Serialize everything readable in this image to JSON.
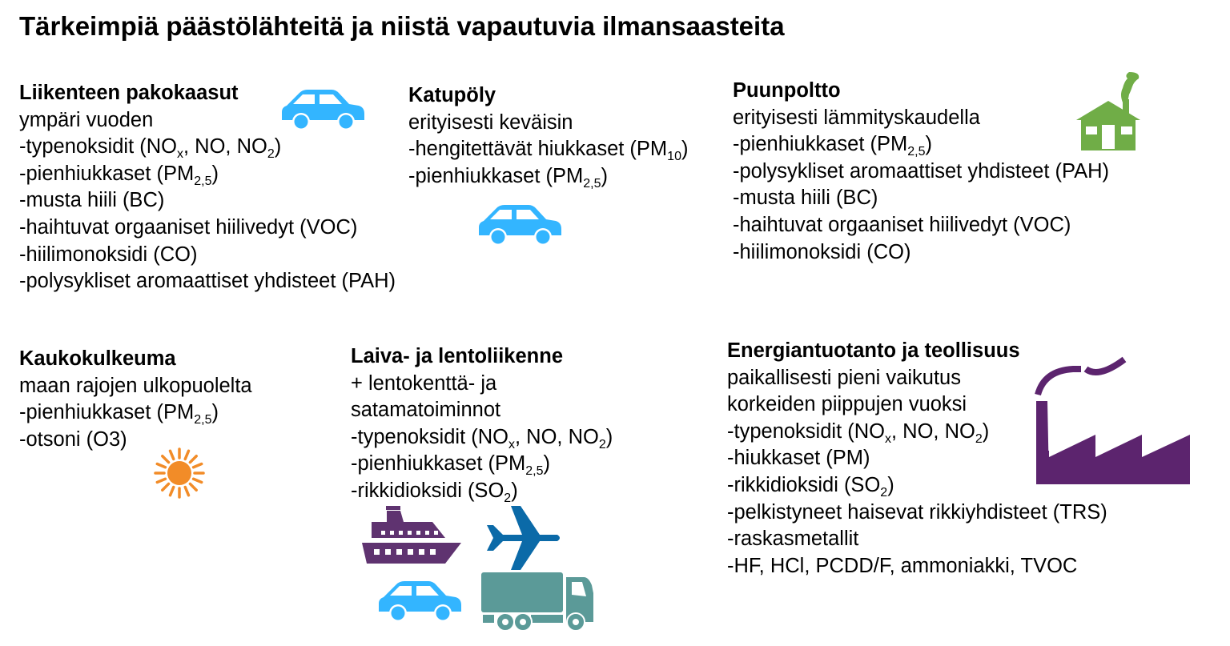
{
  "title": "Tärkeimpiä päästölähteitä ja niistä vapautuvia ilmansaasteita",
  "colors": {
    "car": "#33b5ff",
    "house": "#70ad47",
    "sun": "#f28c28",
    "ship": "#5f3370",
    "plane": "#0b6aa8",
    "truck": "#5b9a98",
    "factory": "#5c246e"
  },
  "blocks": [
    {
      "heading": "Liikenteen pakokaasut",
      "lines": [
        [
          {
            "t": "ympäri vuoden"
          }
        ],
        [
          {
            "t": "-typenoksidit (NO"
          },
          {
            "s": "x"
          },
          {
            "t": ", NO, NO"
          },
          {
            "s": "2"
          },
          {
            "t": ")"
          }
        ],
        [
          {
            "t": "-pienhiukkaset (PM"
          },
          {
            "s": "2,5"
          },
          {
            "t": ")"
          }
        ],
        [
          {
            "t": "-musta hiili (BC)"
          }
        ],
        [
          {
            "t": "-haihtuvat orgaaniset hiilivedyt (VOC)"
          }
        ],
        [
          {
            "t": "-hiilimonoksidi (CO)"
          }
        ],
        [
          {
            "t": "-polysykliset aromaattiset yhdisteet (PAH)"
          }
        ]
      ]
    },
    {
      "heading": "Katupöly",
      "lines": [
        [
          {
            "t": "erityisesti keväisin"
          }
        ],
        [
          {
            "t": "-hengitettävät hiukkaset (PM"
          },
          {
            "s": "10"
          },
          {
            "t": ")"
          }
        ],
        [
          {
            "t": "-pienhiukkaset (PM"
          },
          {
            "s": "2,5"
          },
          {
            "t": ")"
          }
        ]
      ]
    },
    {
      "heading": "Puunpoltto",
      "lines": [
        [
          {
            "t": "erityisesti lämmityskaudella"
          }
        ],
        [
          {
            "t": "-pienhiukkaset (PM"
          },
          {
            "s": "2,5"
          },
          {
            "t": ")"
          }
        ],
        [
          {
            "t": "-polysykliset aromaattiset yhdisteet (PAH)"
          }
        ],
        [
          {
            "t": "-musta hiili (BC)"
          }
        ],
        [
          {
            "t": "-haihtuvat orgaaniset hiilivedyt (VOC)"
          }
        ],
        [
          {
            "t": "-hiilimonoksidi (CO)"
          }
        ]
      ]
    },
    {
      "heading": "Kaukokulkeuma",
      "lines": [
        [
          {
            "t": "maan rajojen ulkopuolelta"
          }
        ],
        [
          {
            "t": "-pienhiukkaset (PM"
          },
          {
            "s": "2,5"
          },
          {
            "t": ")"
          }
        ],
        [
          {
            "t": "-otsoni (O3)"
          }
        ]
      ]
    },
    {
      "heading": "Laiva- ja lentoliikenne",
      "lines": [
        [
          {
            "t": "+ lentokenttä- ja"
          }
        ],
        [
          {
            "t": "satamatoiminnot"
          }
        ],
        [
          {
            "t": "-typenoksidit (NO"
          },
          {
            "s": "x"
          },
          {
            "t": ", NO, NO"
          },
          {
            "s": "2"
          },
          {
            "t": ")"
          }
        ],
        [
          {
            "t": "-pienhiukkaset (PM"
          },
          {
            "s": "2,5"
          },
          {
            "t": ")"
          }
        ],
        [
          {
            "t": "-rikkidioksidi (SO"
          },
          {
            "s": "2"
          },
          {
            "t": ")"
          }
        ]
      ]
    },
    {
      "heading": "Energiantuotanto ja teollisuus",
      "lines": [
        [
          {
            "t": "paikallisesti pieni vaikutus"
          }
        ],
        [
          {
            "t": "korkeiden piippujen vuoksi"
          }
        ],
        [
          {
            "t": "-typenoksidit (NO"
          },
          {
            "s": "x"
          },
          {
            "t": ", NO, NO"
          },
          {
            "s": "2"
          },
          {
            "t": ")"
          }
        ],
        [
          {
            "t": "-hiukkaset (PM)"
          }
        ],
        [
          {
            "t": "-rikkidioksidi (SO"
          },
          {
            "s": "2"
          },
          {
            "t": ")"
          }
        ],
        [
          {
            "t": "-pelkistyneet haisevat rikkiyhdisteet (TRS)"
          }
        ],
        [
          {
            "t": "-raskasmetallit"
          }
        ],
        [
          {
            "t": "-HF, HCl, PCDD/F, ammoniakki, TVOC"
          }
        ]
      ]
    }
  ]
}
